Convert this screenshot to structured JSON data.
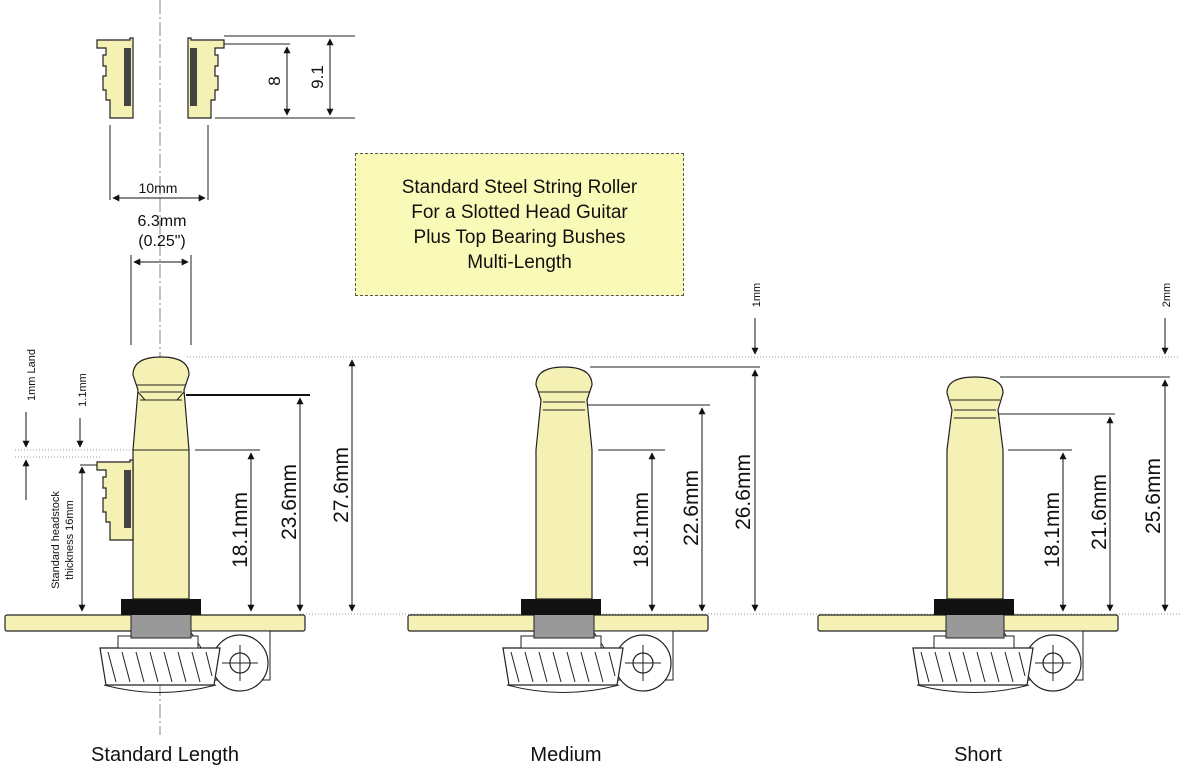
{
  "title_lines": [
    "Standard Steel String Roller",
    "For a Slotted Head Guitar",
    "Plus Top Bearing Bushes",
    "Multi-Length"
  ],
  "bush": {
    "height_inner": "8",
    "height_outer": "9.1",
    "width": "10mm"
  },
  "shaft_diameter": {
    "line1": "6.3mm",
    "line2": "(0.25\")"
  },
  "side_labels": {
    "land": "1mm Land",
    "gap": "1.1mm",
    "headstock_line1": "Standard headstock",
    "headstock_line2": "thickness 16mm"
  },
  "variants": [
    {
      "caption": "Standard Length",
      "dim_short": "18.1mm",
      "dim_mid": "23.6mm",
      "dim_total": "27.6mm",
      "offset": ""
    },
    {
      "caption": "Medium",
      "dim_short": "18.1mm",
      "dim_mid": "22.6mm",
      "dim_total": "26.6mm",
      "offset": "1mm"
    },
    {
      "caption": "Short",
      "dim_short": "18.1mm",
      "dim_mid": "21.6mm",
      "dim_total": "25.6mm",
      "offset": "2mm"
    }
  ],
  "colors": {
    "brass": "#f5f0b4",
    "title_bg": "#fafab8",
    "bearing": "#999999",
    "washer": "#111111"
  }
}
